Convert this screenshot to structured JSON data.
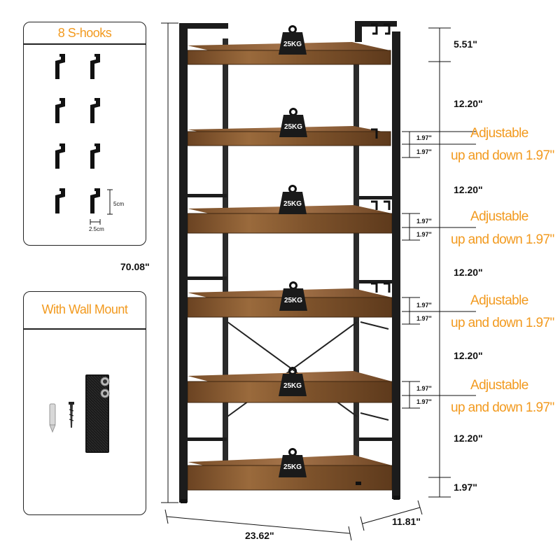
{
  "hooks_panel": {
    "title": "8 S-hooks",
    "hook_height": "5cm",
    "hook_width": "2.5cm",
    "hook_count": 8
  },
  "wall_panel": {
    "title": "With Wall Mount"
  },
  "load_labels": [
    "25KG",
    "25KG",
    "25KG",
    "25KG",
    "25KG",
    "25KG"
  ],
  "dimensions": {
    "total_height": "70.08\"",
    "width": "23.62\"",
    "depth": "11.81\"",
    "top_gap": "5.51\"",
    "shelf_gap_1": "12.20\"",
    "shelf_gap_2": "12.20\"",
    "shelf_gap_3": "12.20\"",
    "shelf_gap_4": "12.20\"",
    "shelf_gap_5": "12.20\"",
    "bottom_gap": "1.97\""
  },
  "adjust_marks": [
    {
      "up": "1.97\"",
      "down": "1.97\""
    },
    {
      "up": "1.97\"",
      "down": "1.97\""
    },
    {
      "up": "1.97\"",
      "down": "1.97\""
    },
    {
      "up": "1.97\"",
      "down": "1.97\""
    }
  ],
  "adjust_notes": [
    {
      "line1": "Adjustable",
      "line2": "up and down 1.97\""
    },
    {
      "line1": "Adjustable",
      "line2": "up and down 1.97\""
    },
    {
      "line1": "Adjustable",
      "line2": "up and down 1.97\""
    },
    {
      "line1": "Adjustable",
      "line2": "up and down 1.97\""
    }
  ],
  "colors": {
    "accent": "#f29a1f",
    "wood": "#8a5a32",
    "wood_dark": "#5e3a1c",
    "frame": "#1c1c1c"
  }
}
